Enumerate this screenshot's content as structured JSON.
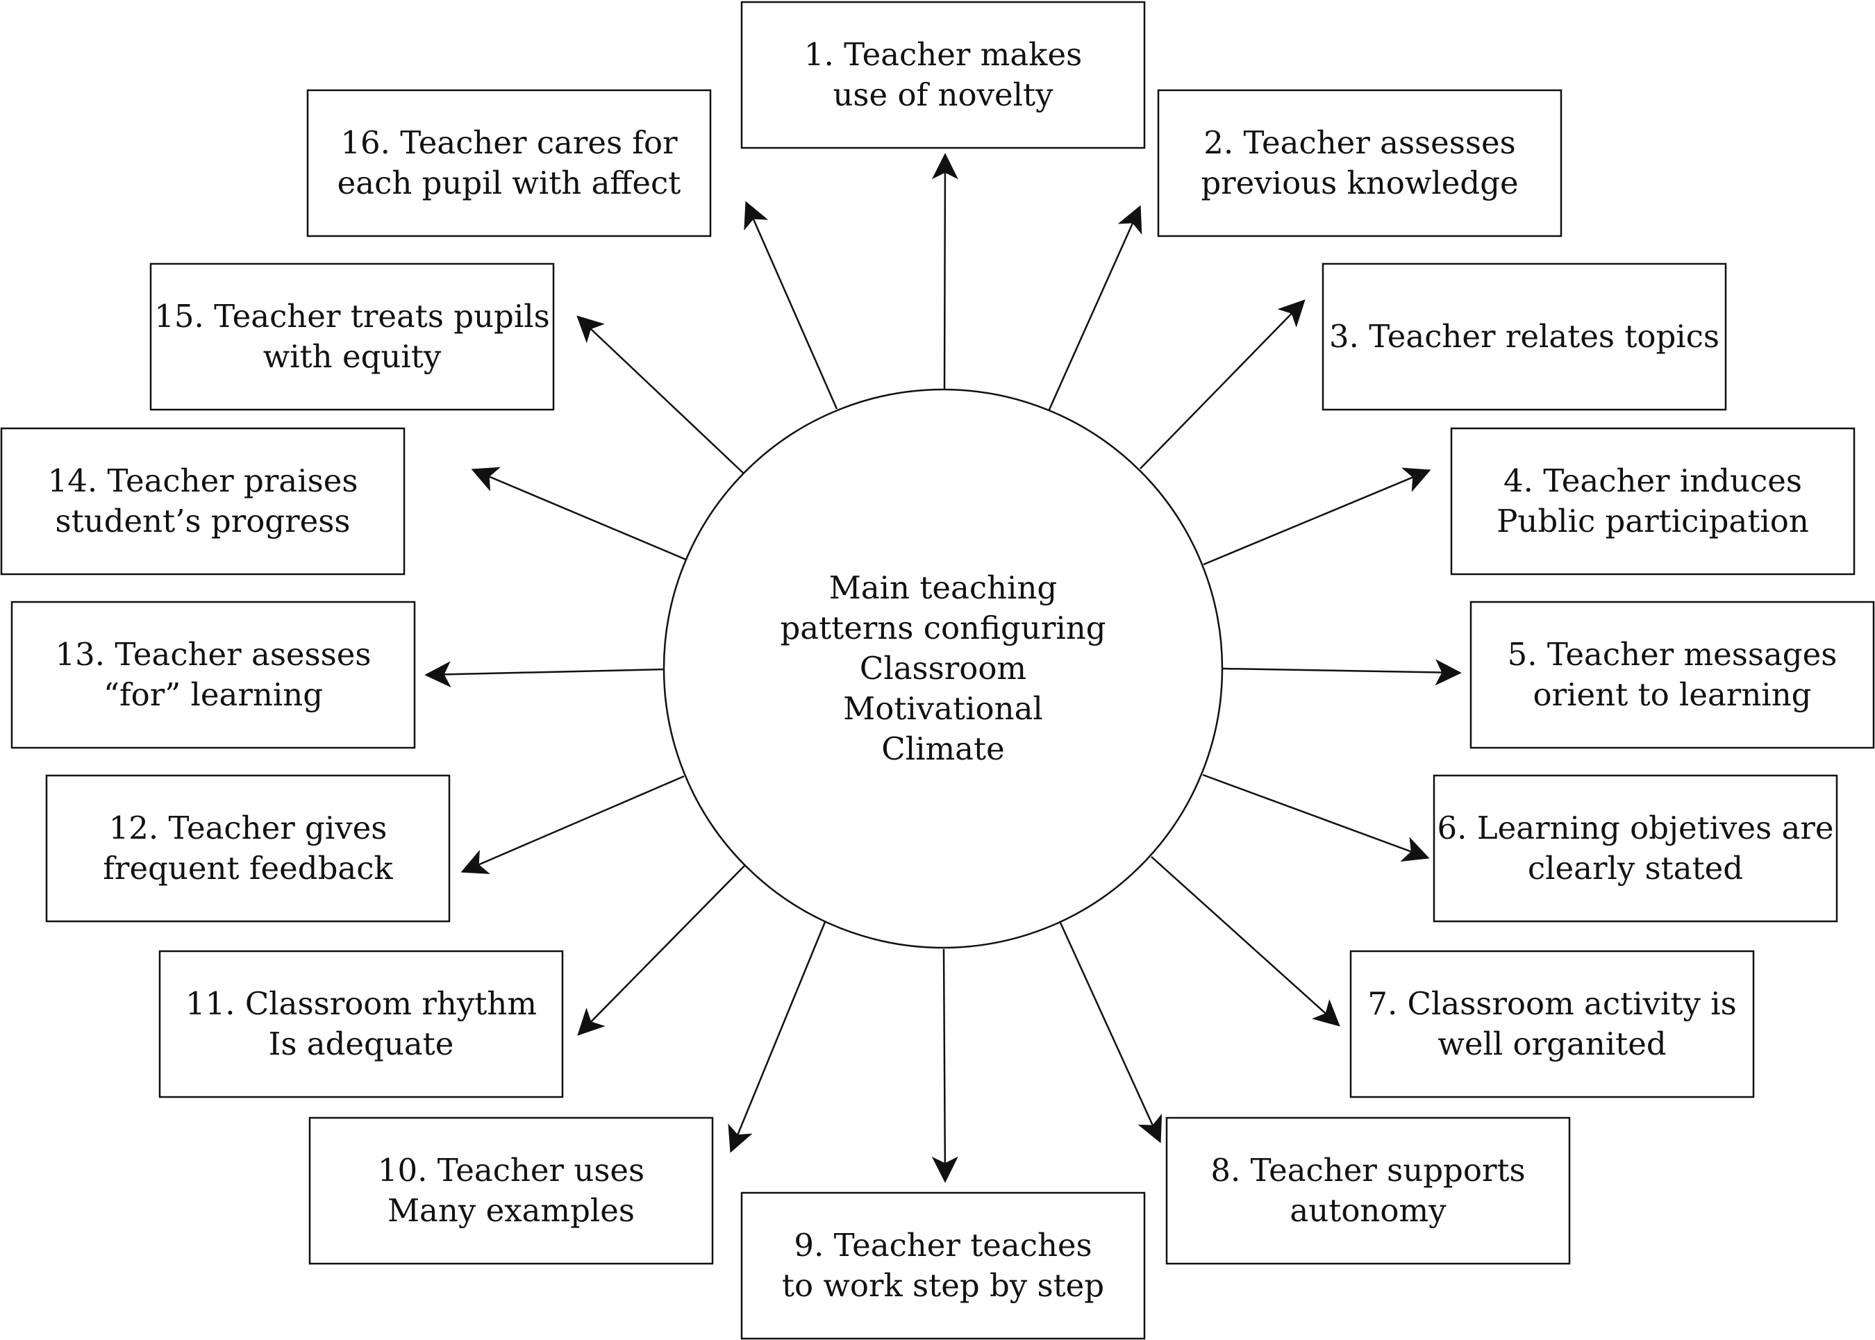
{
  "center": {
    "lines": [
      "Main teaching",
      "patterns configuring",
      "Classroom",
      "Motivational",
      "Climate"
    ]
  },
  "nodes": [
    {
      "lines": [
        "1. Teacher makes",
        "use of novelty"
      ]
    },
    {
      "lines": [
        "2. Teacher assesses",
        "previous knowledge"
      ]
    },
    {
      "lines": [
        "3. Teacher relates topics"
      ]
    },
    {
      "lines": [
        "4. Teacher induces",
        "Public participation"
      ]
    },
    {
      "lines": [
        "5. Teacher messages",
        "orient to learning"
      ]
    },
    {
      "lines": [
        "6. Learning objetives are",
        "clearly stated"
      ]
    },
    {
      "lines": [
        "7. Classroom activity is",
        "well organited"
      ]
    },
    {
      "lines": [
        "8. Teacher supports",
        "autonomy"
      ]
    },
    {
      "lines": [
        "9. Teacher teaches",
        "to work step by step"
      ]
    },
    {
      "lines": [
        "10. Teacher uses",
        "Many examples"
      ]
    },
    {
      "lines": [
        "11. Classroom rhythm",
        "Is adequate"
      ]
    },
    {
      "lines": [
        "12. Teacher gives",
        "frequent feedback"
      ]
    },
    {
      "lines": [
        "13. Teacher asesses",
        "“for” learning"
      ]
    },
    {
      "lines": [
        "14. Teacher praises",
        "student’s progress"
      ]
    },
    {
      "lines": [
        "15. Teacher treats pupils",
        "with equity"
      ]
    },
    {
      "lines": [
        "16. Teacher cares for",
        "each pupil with affect"
      ]
    }
  ],
  "colors": {
    "stroke": "#111111",
    "background": "#ffffff"
  }
}
